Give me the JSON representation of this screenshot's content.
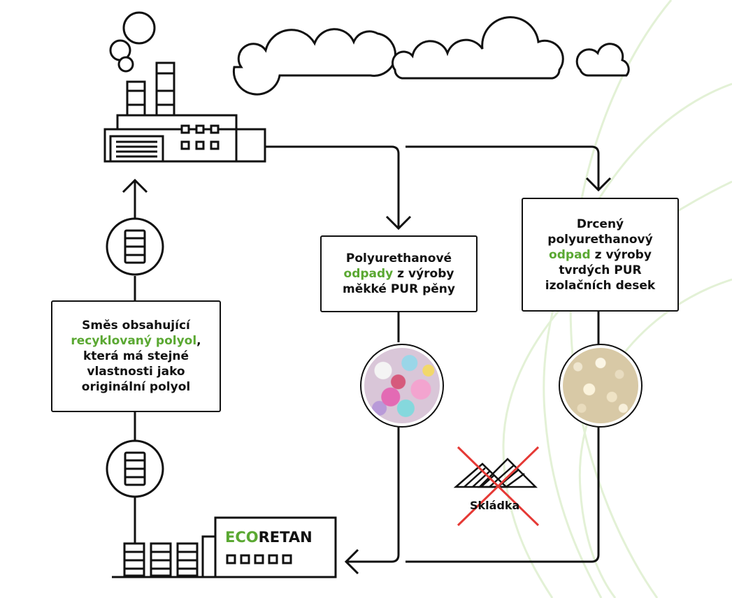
{
  "left_box": {
    "line1": "Směs obsahující",
    "highlight": "recyklovaný polyol",
    "after_highlight": ",",
    "line3": "která má stejné",
    "line4": "vlastnosti jako",
    "line5": "originální polyol"
  },
  "middle_box": {
    "line1": "Polyurethanové",
    "highlight": "odpady",
    "after_highlight": " z výroby",
    "line3": "měkké PUR pěny"
  },
  "right_box": {
    "line1": "Drcený",
    "line2": "polyurethanový",
    "highlight": "odpad",
    "after_highlight": " z výroby",
    "line4": "tvrdých PUR",
    "line5": "izolačních desek"
  },
  "landfill_label": "Skládka",
  "brand": {
    "eco": "ECO",
    "retan": "RETAN"
  },
  "colors": {
    "accent_green": "#5aa832",
    "cross_red": "#e53935",
    "line": "#111111",
    "bg_arc": "#e3f1d6"
  },
  "icons": [
    "factory-icon",
    "cloud-icon",
    "barrel-icon",
    "foam-photo",
    "crushed-foam-photo",
    "landfill-icon",
    "ecoretan-plant-icon"
  ]
}
